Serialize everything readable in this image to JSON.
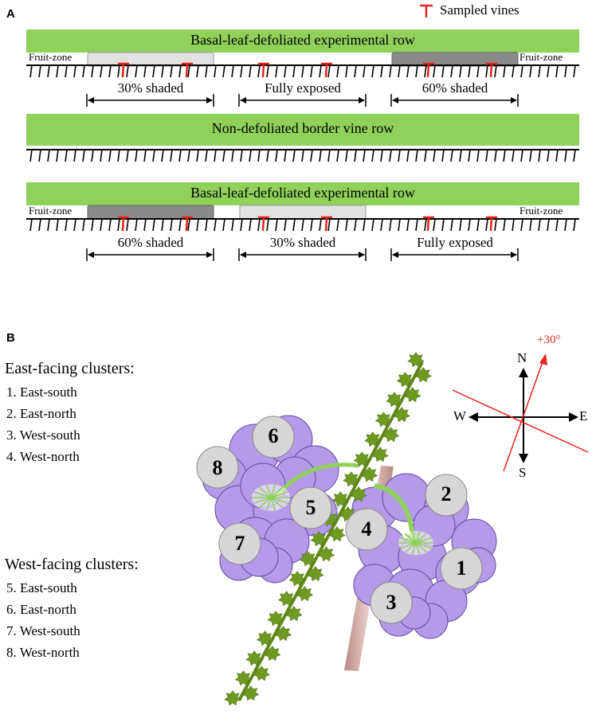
{
  "panel_a": {
    "letter": "A",
    "legend": {
      "label": "Sampled vines",
      "color": "#e8231e"
    },
    "rows": [
      {
        "title": "Basal-leaf-defoliated experimental row",
        "fruit_zone_left": "Fruit-zone",
        "fruit_zone_right": "Fruit-zone",
        "treatments": [
          "30% shaded",
          "Fully exposed",
          "60% shaded"
        ]
      },
      {
        "title": "Non-defoliated border vine row"
      },
      {
        "title": "Basal-leaf-defoliated experimental row",
        "fruit_zone_left": "Fruit-zone",
        "fruit_zone_right": "Fruit-zone",
        "treatments": [
          "60% shaded",
          "30% shaded",
          "Fully exposed"
        ]
      }
    ],
    "colors": {
      "row_bar": "#8fd15a",
      "light_shade": "#e2e2e2",
      "dark_shade": "#8a8a8a"
    }
  },
  "panel_b": {
    "letter": "B",
    "east_facing": {
      "title": "East-facing clusters:",
      "items": [
        "1. East-south",
        "2. East-north",
        "3. West-south",
        "4. West-north"
      ]
    },
    "west_facing": {
      "title": "West-facing clusters:",
      "items": [
        "5. East-south",
        "6. East-north",
        "7. West-south",
        "8. West-north"
      ]
    },
    "compass": {
      "n": "N",
      "s": "S",
      "e": "E",
      "w": "W",
      "angle_label": "+30°",
      "angle_color": "#e8231e"
    },
    "cluster_numbers": [
      "1",
      "2",
      "3",
      "4",
      "5",
      "6",
      "7",
      "8"
    ],
    "colors": {
      "grape": "#b49ae8",
      "leaf": "#6f9a22",
      "trunk": "#d9b4ae",
      "number_circle": "#d6d6d6"
    }
  }
}
